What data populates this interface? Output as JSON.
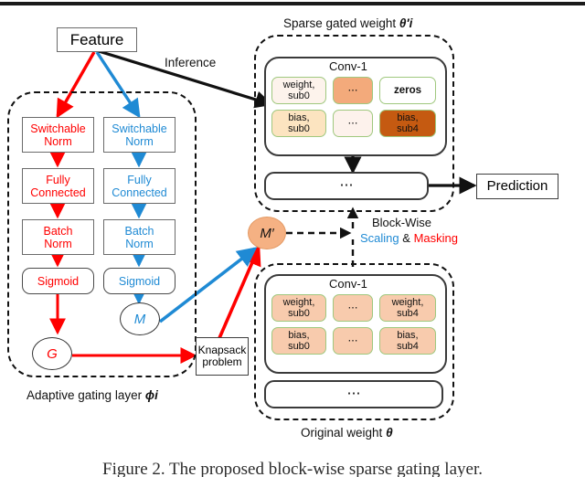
{
  "figure": {
    "caption": "Figure 2.  The proposed block-wise sparse gating layer."
  },
  "nodes": {
    "feature": "Feature",
    "inference_label": "Inference",
    "prediction": "Prediction",
    "knapsack": "Knapsack\nproblem",
    "knapsack_line1": "Knapsack",
    "knapsack_line2": "problem",
    "m_prime": "M′",
    "m": "M",
    "g": "G"
  },
  "gating_branch_red": {
    "color": "#ff0000",
    "steps": [
      {
        "line1": "Switchable",
        "line2": "Norm"
      },
      {
        "line1": "Fully",
        "line2": "Connected"
      },
      {
        "line1": "Batch",
        "line2": "Norm"
      },
      {
        "line1": "Sigmoid",
        "line2": ""
      }
    ]
  },
  "gating_branch_blue": {
    "color": "#1f8ad4",
    "steps": [
      {
        "line1": "Switchable",
        "line2": "Norm"
      },
      {
        "line1": "Fully",
        "line2": "Connected"
      },
      {
        "line1": "Batch",
        "line2": "Norm"
      },
      {
        "line1": "Sigmoid",
        "line2": ""
      }
    ]
  },
  "labels": {
    "adaptive_gating": "Adaptive gating layer",
    "adaptive_gating_sym": "ϕi",
    "sparse_gated": "Sparse gated weight",
    "sparse_gated_sym": "θ′i",
    "original_weight": "Original weight",
    "original_weight_sym": "θ",
    "blockwise": "Block-Wise",
    "scaling": "Scaling",
    "amp": "&",
    "masking": "Masking",
    "ellipsis": "⋯"
  },
  "sparse_block": {
    "title": "Conv-1",
    "ellipsis_row": "⋯",
    "cells": [
      {
        "line1": "weight,",
        "line2": "sub0",
        "fill": "#fdf3ec",
        "bold": false
      },
      {
        "line1": "⋯",
        "line2": "",
        "fill": "#f3aa7b",
        "bold": false
      },
      {
        "line1": "zeros",
        "line2": "",
        "fill": "#ffffff",
        "bold": true
      },
      {
        "line1": "bias,",
        "line2": "sub0",
        "fill": "#fce4c0",
        "bold": false
      },
      {
        "line1": "⋯",
        "line2": "",
        "fill": "#fdf2ec",
        "bold": false
      },
      {
        "line1": "bias,",
        "line2": "sub4",
        "fill": "#c55a11",
        "bold": false
      }
    ]
  },
  "original_block": {
    "title": "Conv-1",
    "ellipsis_row": "⋯",
    "cells": [
      {
        "line1": "weight,",
        "line2": "sub0",
        "fill": "#f8cbad",
        "bold": false
      },
      {
        "line1": "⋯",
        "line2": "",
        "fill": "#f8cbad",
        "bold": false
      },
      {
        "line1": "weight,",
        "line2": "sub4",
        "fill": "#f8cbad",
        "bold": false
      },
      {
        "line1": "bias,",
        "line2": "sub0",
        "fill": "#f8cbad",
        "bold": false
      },
      {
        "line1": "⋯",
        "line2": "",
        "fill": "#f8cbad",
        "bold": false
      },
      {
        "line1": "bias,",
        "line2": "sub4",
        "fill": "#f8cbad",
        "bold": false
      }
    ]
  },
  "colors": {
    "red": "#ff0000",
    "blue": "#1f8ad4",
    "black": "#111111",
    "orange_node": "#f5b183",
    "cell_border": "#9fc87e"
  }
}
